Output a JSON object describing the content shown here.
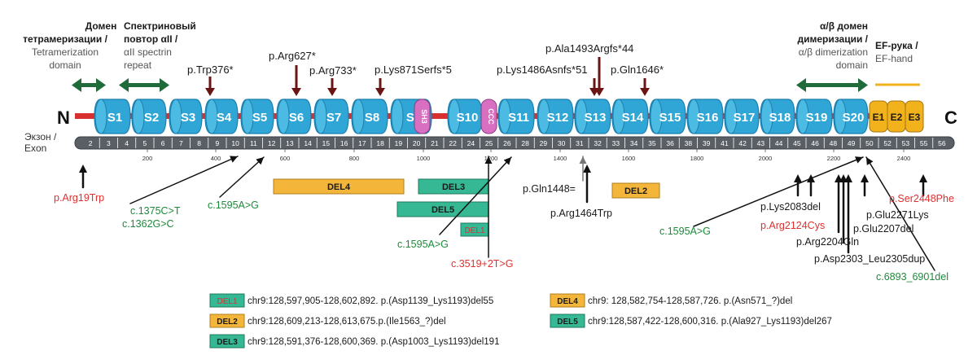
{
  "domains": {
    "tetramerization_ru_1": "Домен",
    "tetramerization_ru_2": "тетрамеризации /",
    "tetramerization_en_1": "Tetramerization",
    "tetramerization_en_2": "domain",
    "spectrin_ru_1": "Спектриновый",
    "spectrin_ru_2": "повтор αII /",
    "spectrin_en_1": "αII spectrin",
    "spectrin_en_2": "repeat",
    "dimer_ru_1": "α/β домен",
    "dimer_ru_2": "димеризации /",
    "dimer_en_1": "α/β dimerization",
    "dimer_en_2": "domain",
    "ef_ru": "EF-рука /",
    "ef_en": "EF-hand"
  },
  "termini": {
    "n": "N",
    "c": "C"
  },
  "repeats": [
    "S1",
    "S2",
    "S3",
    "S4",
    "S5",
    "S6",
    "S7",
    "S8",
    "S9",
    "S10",
    "S11",
    "S12",
    "S13",
    "S14",
    "S15",
    "S16",
    "S17",
    "S18",
    "S19",
    "S20"
  ],
  "inserts": {
    "sh3": "SH3",
    "ccc": "CCC"
  },
  "ef_hands": [
    "E1",
    "E2",
    "E3"
  ],
  "exon_label_1": "Экзон /",
  "exon_label_2": "Exon",
  "exons": [
    "2",
    "3",
    "4",
    "5",
    "6",
    "7",
    "8",
    "9",
    "10",
    "11",
    "12",
    "13",
    "14",
    "15",
    "16",
    "17",
    "18",
    "19",
    "20",
    "21",
    "22",
    "24",
    "25",
    "26",
    "28",
    "29",
    "30",
    "31",
    "32",
    "33",
    "34",
    "35",
    "36",
    "38",
    "39",
    "41",
    "42",
    "43",
    "44",
    "45",
    "46",
    "48",
    "49",
    "50",
    "52",
    "53",
    "55",
    "56"
  ],
  "ticks": [
    "200",
    "400",
    "600",
    "800",
    "1000",
    "1200",
    "1400",
    "1600",
    "1800",
    "2000",
    "2200",
    "2400"
  ],
  "top_mutations": {
    "m1": "p.Trp376*",
    "m2": "p.Arg627*",
    "m3": "p.Arg733*",
    "m4": "p.Lys871Serfs*5",
    "m5": "p.Ala1493Argfs*44",
    "m6": "p.Lys1486Asnfs*51",
    "m7": "p.Gln1646*"
  },
  "bottom_mutations": {
    "b1": "p.Arg19Trp",
    "b2": "c.1375C>T",
    "b3": "c.1362G>C",
    "b4": "c.1595A>G",
    "b5": "c.1595A>G",
    "b6": "c.3519+2T>G",
    "b7": "p.Gln1448=",
    "b8": "p.Arg1464Trp",
    "b9": "c.1595A>G",
    "b10": "p.Lys2083del",
    "b11": "p.Arg2124Cys",
    "b12": "p.Arg2204Gln",
    "b13": "p.Glu2207del",
    "b14": "p.Glu2271Lys",
    "b15": "p.Ser2448Phe",
    "b16": "p.Asp2303_Leu2305dup",
    "b17": "c.6893_6901del"
  },
  "deletions": {
    "del1": "DEL1",
    "del2": "DEL2",
    "del3": "DEL3",
    "del4": "DEL4",
    "del5": "DEL5"
  },
  "legend": {
    "del1": "chr9:128,597,905-128,602,892. p.(Asp1139_Lys1193)del55",
    "del2": "chr9:128,609,213-128,613,675.p.(Ile1563_?)del",
    "del3": "chr9:128,591,376-128,600,369. p.(Asp1003_Lys1193)del191",
    "del4": "chr9: 128,582,754-128,587,726. p.(Asn571_?)del",
    "del5": "chr9:128,587,422-128,600,316. p.(Ala927_Lys1193)del267"
  },
  "colors": {
    "repeat": "#2fa6d6",
    "repeat_dark": "#1c7fae",
    "insert": "#d86fc0",
    "ef": "#f2b21c",
    "del_orange": "#f4b63a",
    "del_teal": "#35b893",
    "arrow_green": "#1f6b3a",
    "arrow_red": "#6b1414",
    "exon_bar": "#5a5f66",
    "red_text": "#e03030",
    "green_text": "#1e8a3a"
  }
}
